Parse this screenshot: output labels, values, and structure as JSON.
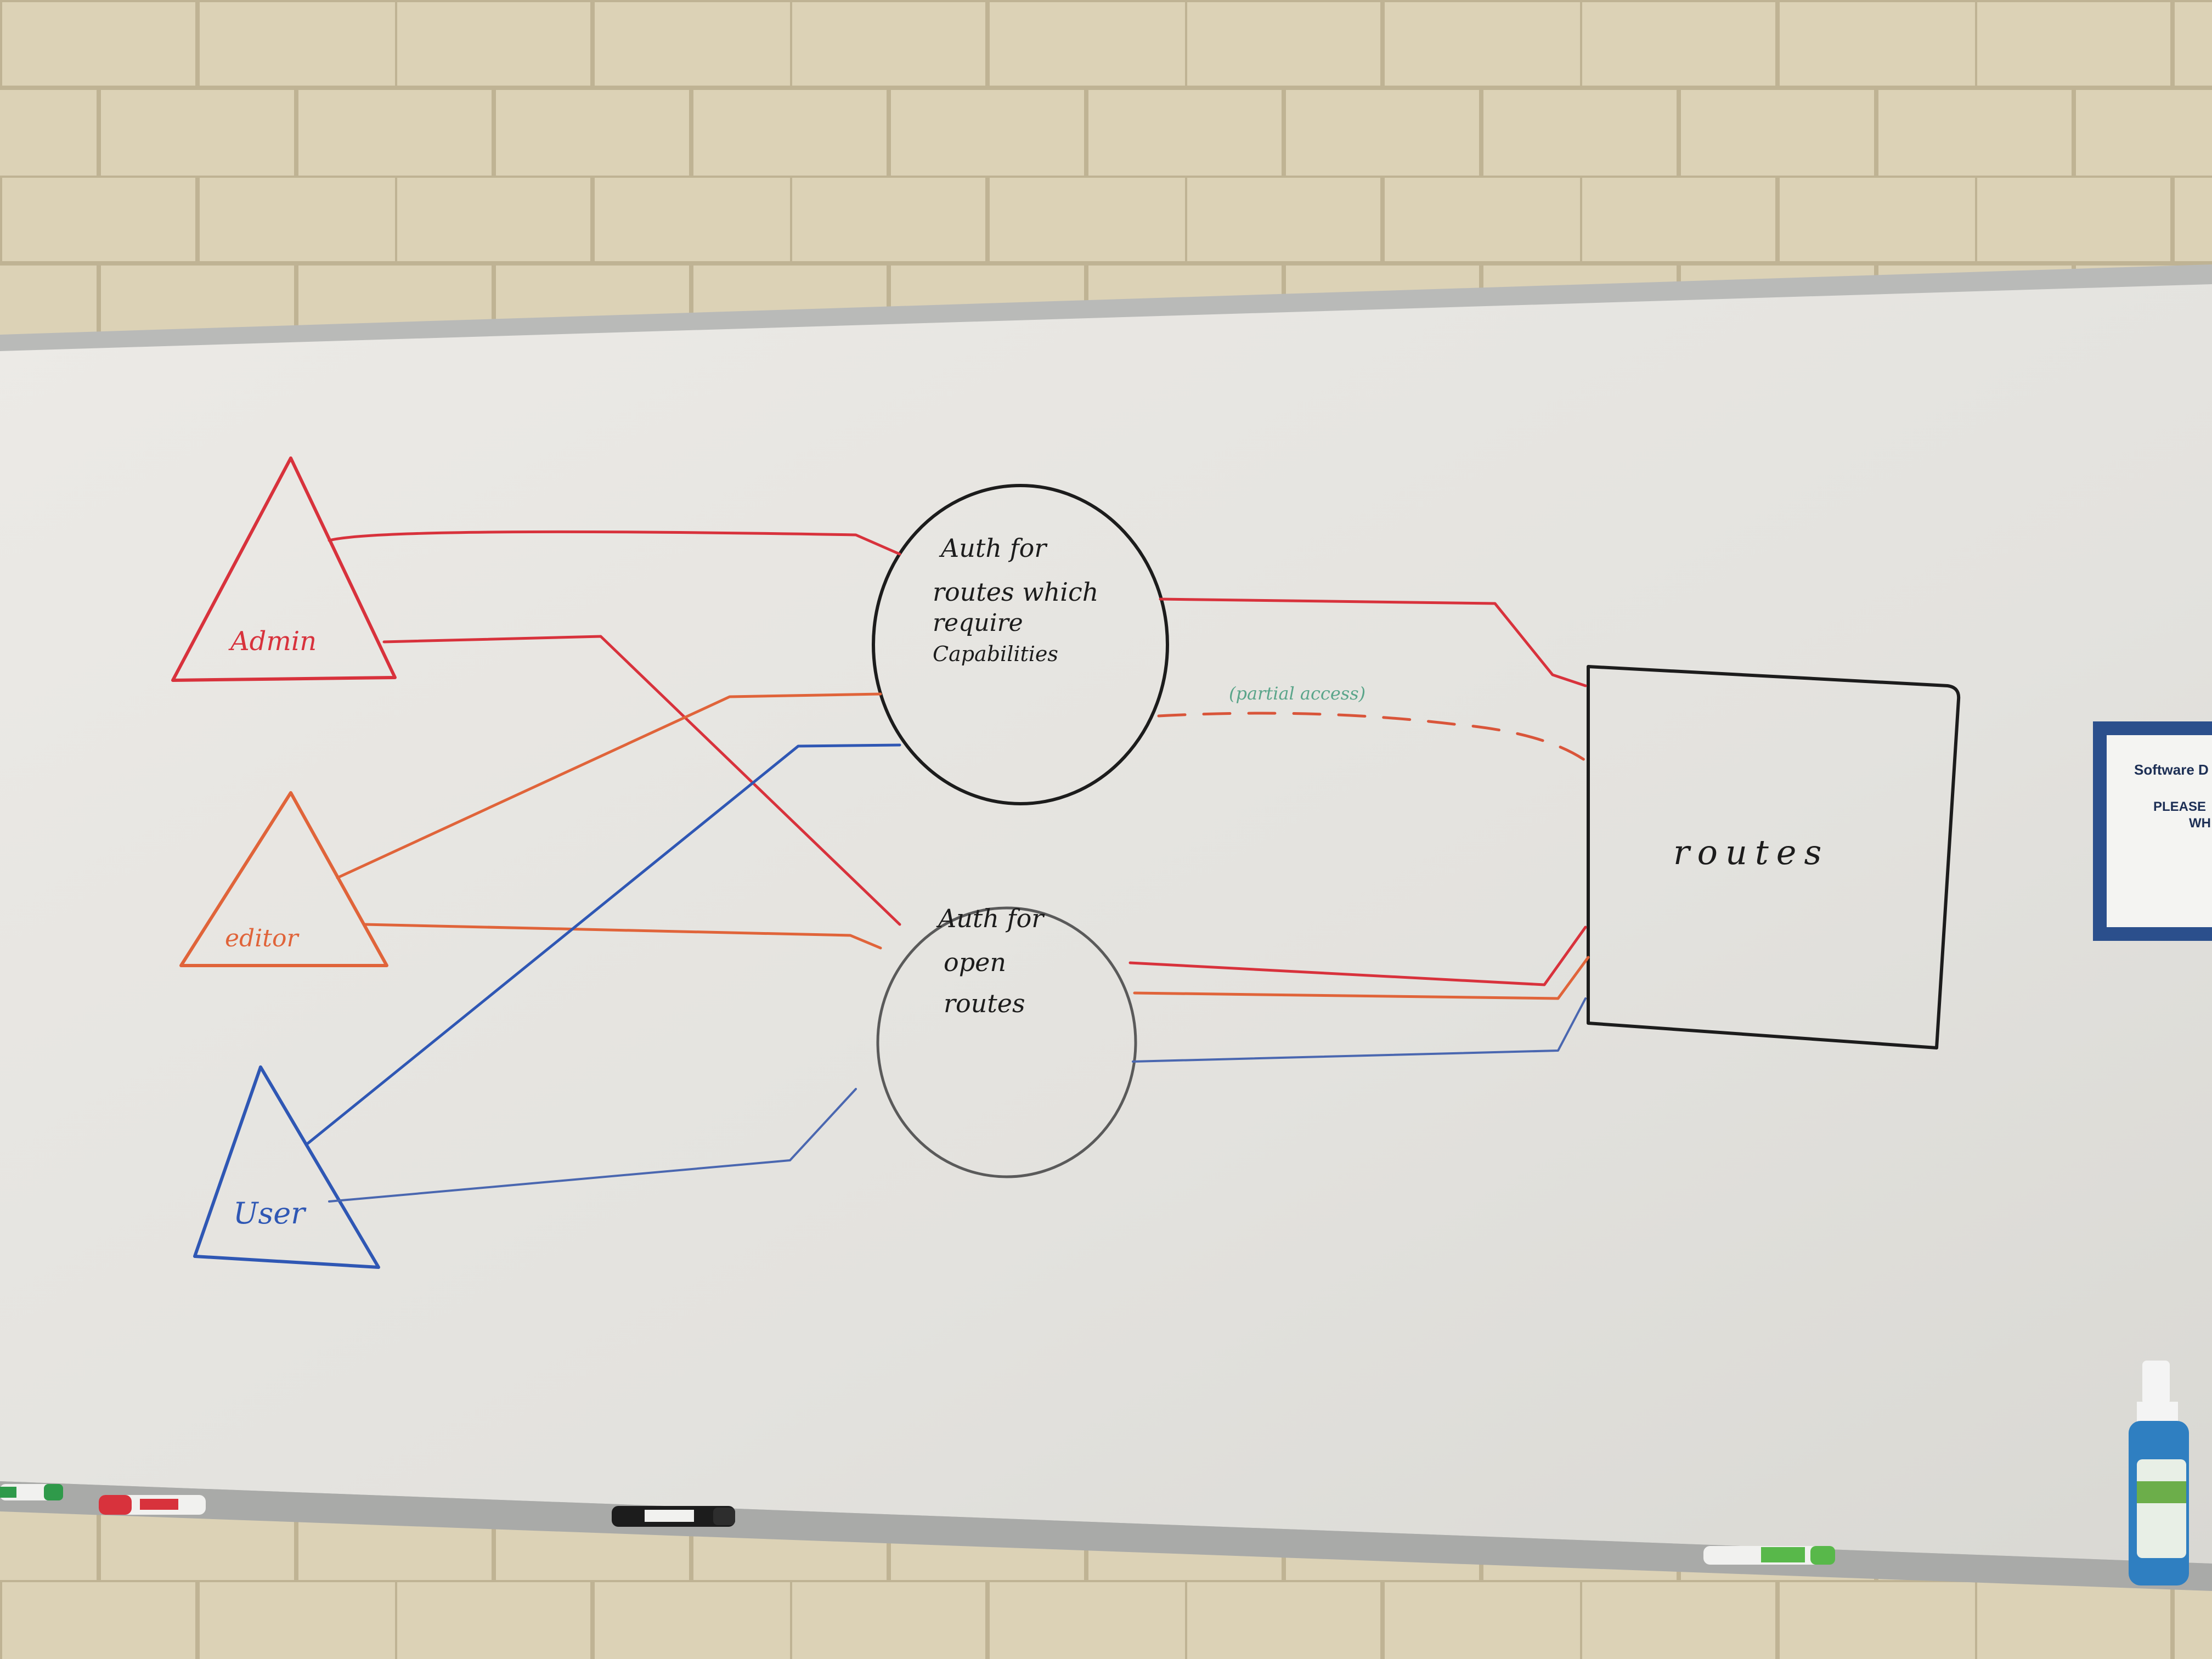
{
  "photo": {
    "subject": "whiteboard-diagram",
    "wall_color": "#d9cfb4",
    "board_color": "#e4e3df"
  },
  "diagram": {
    "roles": [
      {
        "label": "Admin",
        "color": "#d8323c"
      },
      {
        "label": "editor",
        "color": "#e0643a"
      },
      {
        "label": "User",
        "color": "#2f57b4"
      }
    ],
    "auth_nodes": [
      {
        "lines": [
          "Auth for",
          "routes which",
          "require",
          "Capabilities"
        ]
      },
      {
        "lines": [
          "Auth for",
          "open",
          "routes"
        ]
      }
    ],
    "routes_label": "routes",
    "partial_access_label": "(partial access)",
    "annotation_color": "#5aa58a"
  },
  "wall_sign": {
    "title": "Software D",
    "line1": "PLEASE",
    "line2": "WH",
    "border_color": "#2b4f8c"
  },
  "tray_items": [
    {
      "name": "green-marker",
      "color": "#2f9a4a"
    },
    {
      "name": "red-marker",
      "color": "#d8323c"
    },
    {
      "name": "black-marker",
      "color": "#1c1c1c"
    },
    {
      "name": "green-marker-2",
      "color": "#58b84a"
    },
    {
      "name": "cleaner-spray-bottle",
      "color": "#2f7fc1"
    }
  ]
}
